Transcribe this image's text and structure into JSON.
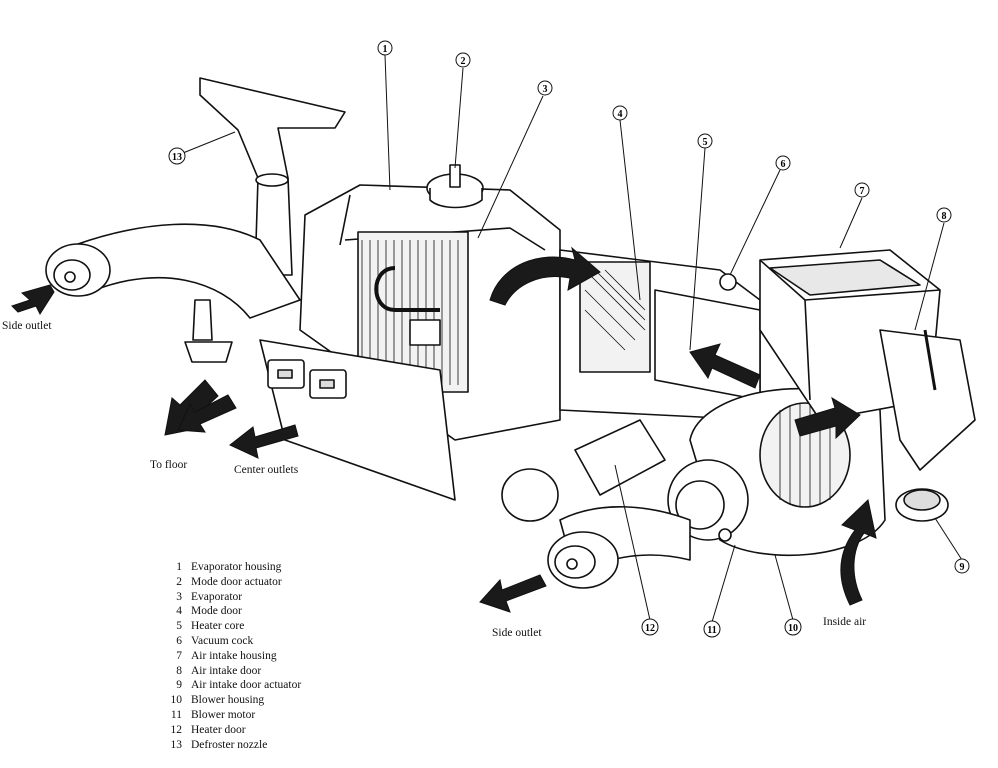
{
  "flow_labels": {
    "side_outlet_left": "Side outlet",
    "to_floor": "To floor",
    "center_outlets": "Center outlets",
    "side_outlet_bottom": "Side outlet",
    "inside_air": "Inside air"
  },
  "callouts": [
    {
      "number": "1",
      "name": "Evaporator housing"
    },
    {
      "number": "2",
      "name": "Mode door actuator"
    },
    {
      "number": "3",
      "name": "Evaporator"
    },
    {
      "number": "4",
      "name": "Mode door"
    },
    {
      "number": "5",
      "name": "Heater core"
    },
    {
      "number": "6",
      "name": "Vacuum cock"
    },
    {
      "number": "7",
      "name": "Air intake housing"
    },
    {
      "number": "8",
      "name": "Air intake door"
    },
    {
      "number": "9",
      "name": "Air intake door actuator"
    },
    {
      "number": "10",
      "name": "Blower housing"
    },
    {
      "number": "11",
      "name": "Blower motor"
    },
    {
      "number": "12",
      "name": "Heater door"
    },
    {
      "number": "13",
      "name": "Defroster nozzle"
    }
  ],
  "colors": {
    "ink": "#111111",
    "paper": "#ffffff",
    "shade": "#d9d9d9",
    "arrow": "#1a1a1a"
  }
}
